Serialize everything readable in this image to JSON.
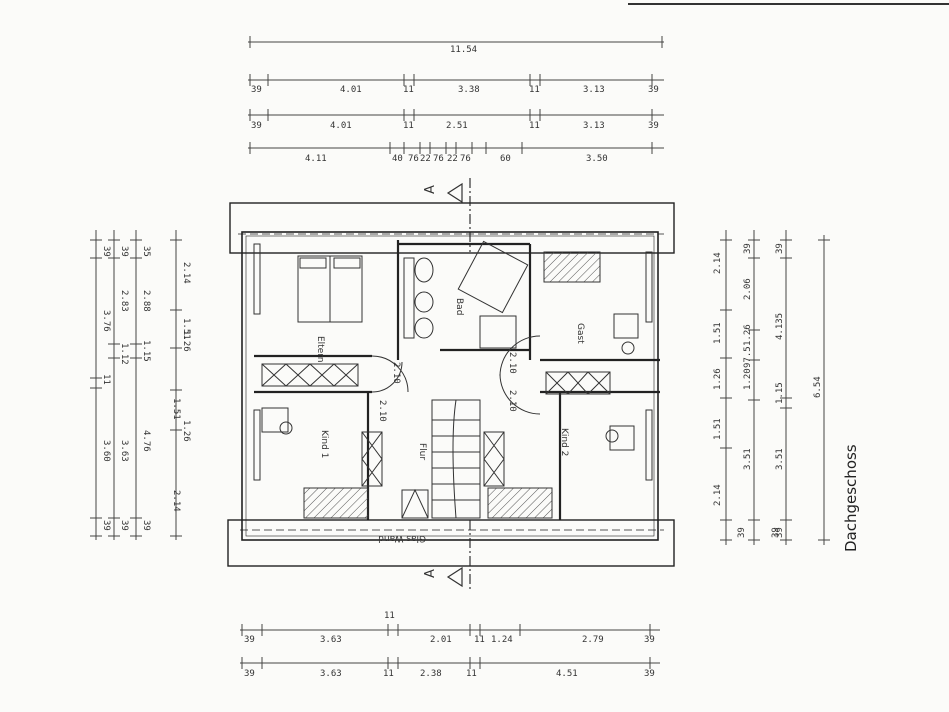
{
  "title": "Dachgeschoss",
  "section_marker": "A",
  "rooms": {
    "eltern": "Eltern",
    "kind1": "Kind 1",
    "kind2": "Kind 2",
    "flur": "Flur",
    "gast": "Gast",
    "bad": "Bad",
    "glas_wand": "Glas Wand"
  },
  "door_labels": [
    "2.10",
    "2.10",
    "2.10",
    "2.10"
  ],
  "dims_top": {
    "total": "11.54",
    "row1": [
      "39",
      "4.01",
      "11",
      "3.38",
      "11",
      "3.13",
      "39"
    ],
    "row2": [
      "39",
      "4.01",
      "11",
      "2.51",
      "11",
      "3.13",
      "39"
    ],
    "row3": [
      "4.11",
      "40",
      "76",
      "22",
      "76",
      "22",
      "76",
      "60",
      "3.50"
    ]
  },
  "dims_bottom": {
    "row1": [
      "39",
      "3.63",
      "11",
      "2.01",
      "11",
      "1.24",
      "2.79",
      "39"
    ],
    "row2": [
      "39",
      "3.63",
      "11",
      "2.38",
      "11",
      "4.51",
      "39"
    ]
  },
  "dims_left": {
    "col1": [
      "39",
      "3.76",
      "11",
      "3.60",
      "39"
    ],
    "col2": [
      "39",
      "2.83",
      "1.12",
      "3.63",
      "39"
    ],
    "col3": [
      "35",
      "2.88",
      "1.15",
      "4.76",
      "39"
    ],
    "col4": [
      "2.14",
      "1.51",
      "1.26",
      "1.26",
      "1.51",
      "2.14"
    ]
  },
  "dims_right": {
    "col1": [
      "2.14",
      "1.51",
      "1.26",
      "1.51",
      "2.14",
      "39"
    ],
    "col2": [
      "39",
      "2.06",
      "97.5",
      "1.20",
      "1.26",
      "3.51",
      "39"
    ],
    "col3": [
      "39",
      "4.135",
      "1.15",
      "3.51",
      "39"
    ],
    "col4": [
      "6.54"
    ]
  }
}
